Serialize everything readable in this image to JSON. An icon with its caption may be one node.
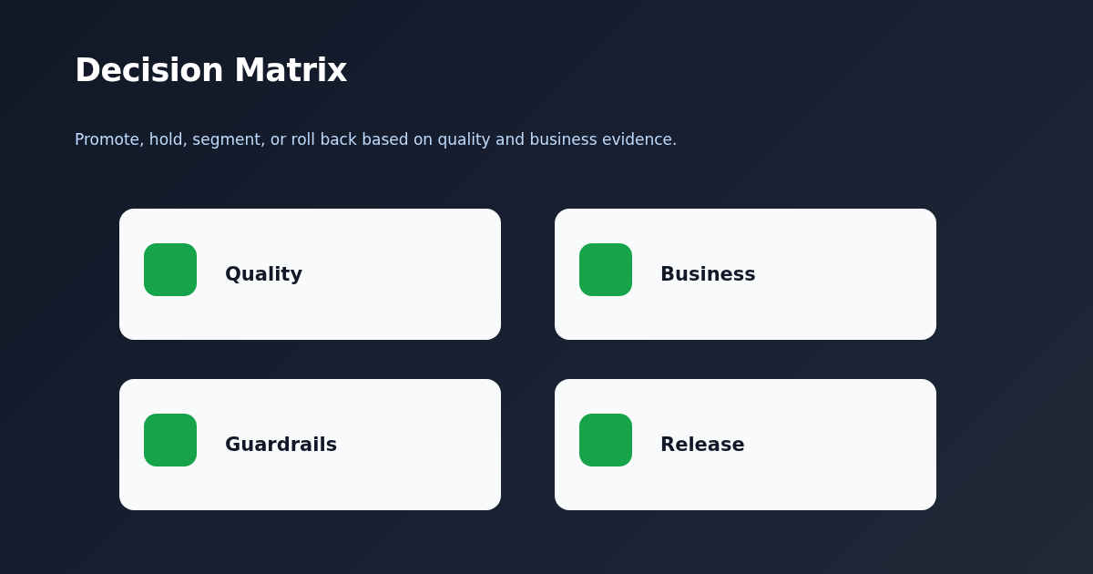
{
  "diagram": {
    "title": "Decision Matrix",
    "nodes": [
      {
        "text": [
          "Quality"
        ]
      },
      {
        "text": [
          "Business"
        ]
      },
      {
        "text": [
          "Guardrails"
        ]
      },
      {
        "text": [
          "Release"
        ]
      }
    ],
    "edges": [],
    "labels": [
      "Promote, hold, segment, or roll back based on quality and business evidence."
    ]
  }
}
